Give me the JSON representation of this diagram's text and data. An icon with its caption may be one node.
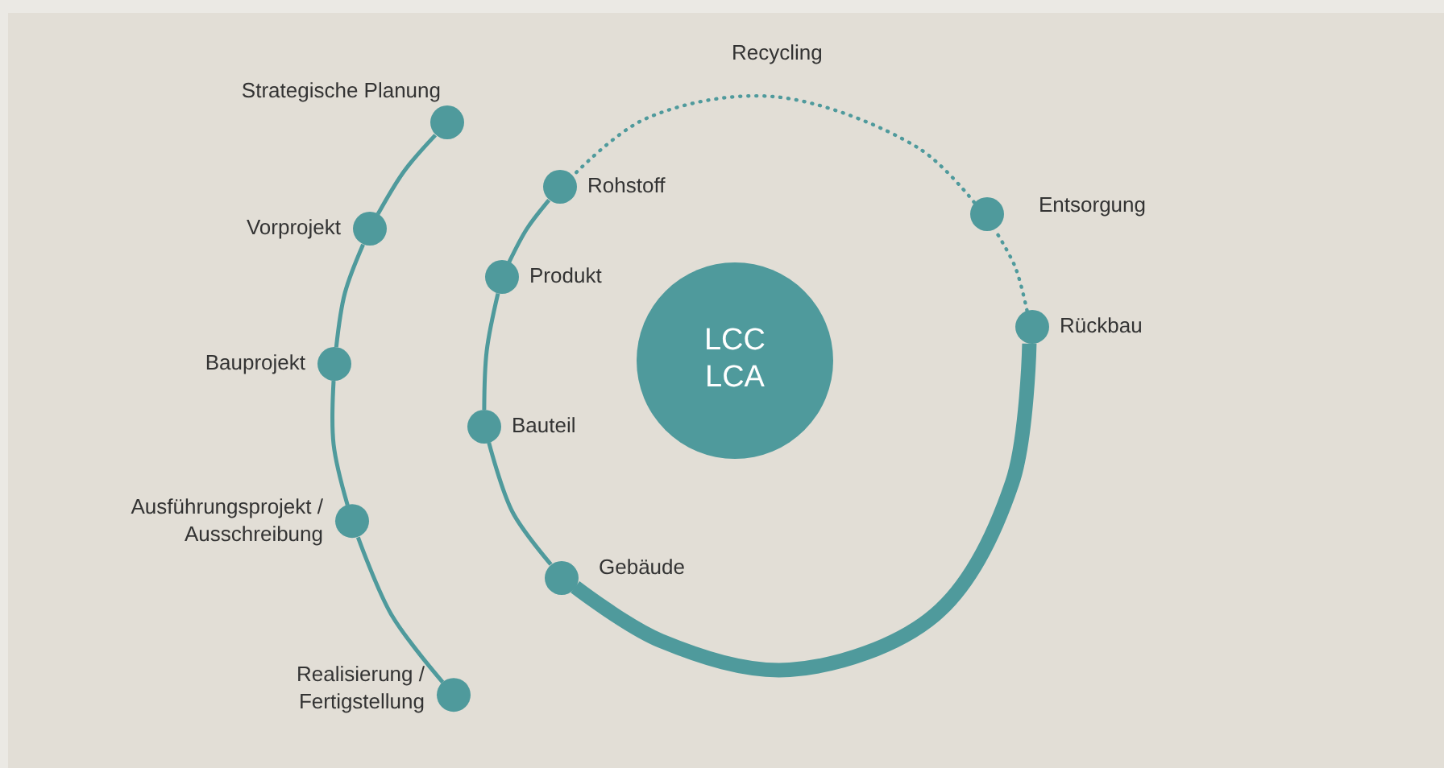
{
  "diagram": {
    "nodes": [
      {
        "text": [
          "Strategische Planung"
        ]
      },
      {
        "text": [
          "Vorprojekt"
        ]
      },
      {
        "text": [
          "Bauprojekt"
        ]
      },
      {
        "text": [
          "Ausführungsprojekt / Ausschreibung"
        ]
      },
      {
        "text": [
          "Realisierung / Fertigstellung"
        ]
      },
      {
        "text": [
          "Rohstoff"
        ]
      },
      {
        "text": [
          "Produkt"
        ]
      },
      {
        "text": [
          "Bauteil"
        ]
      },
      {
        "text": [
          "Gebäude"
        ]
      },
      {
        "text": [
          "Rückbau"
        ]
      },
      {
        "text": [
          "Entsorgung"
        ]
      },
      {
        "text": [
          "LCC",
          "LCA"
        ]
      }
    ],
    "edges": [
      {
        "from": 0,
        "to": 1,
        "arrow": "none"
      },
      {
        "from": 1,
        "to": 2,
        "arrow": "none"
      },
      {
        "from": 2,
        "to": 3,
        "arrow": "none"
      },
      {
        "from": 3,
        "to": 4,
        "arrow": "none"
      },
      {
        "from": 5,
        "to": 6,
        "arrow": "none"
      },
      {
        "from": 6,
        "to": 7,
        "arrow": "none"
      },
      {
        "from": 7,
        "to": 8,
        "arrow": "none"
      },
      {
        "from": 8,
        "to": 9,
        "arrow": "none",
        "style": "thick"
      },
      {
        "from": 9,
        "to": 10,
        "arrow": "none",
        "style": "dashed"
      },
      {
        "from": 10,
        "to": 5,
        "arrow": "none",
        "style": "dashed",
        "label": "Recycling"
      }
    ]
  }
}
